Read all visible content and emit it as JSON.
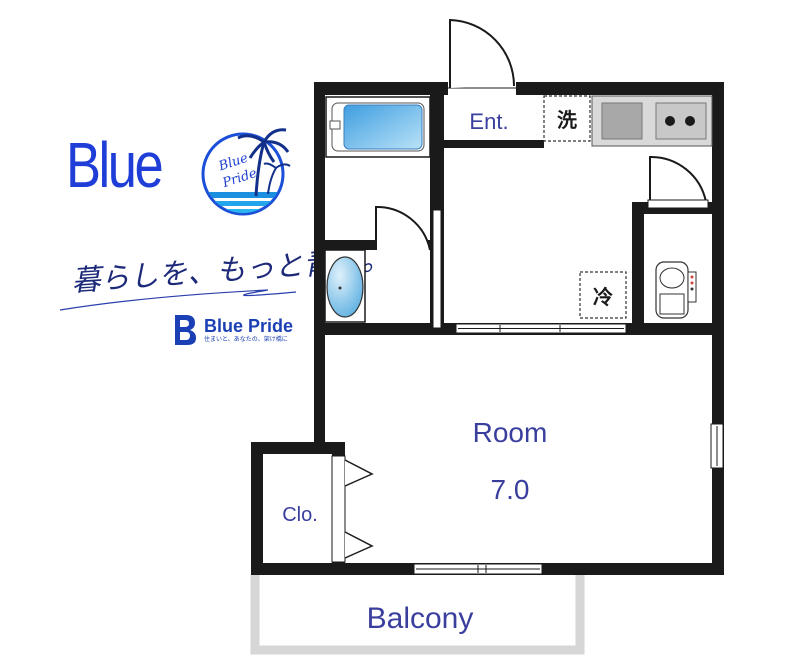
{
  "logo": {
    "brand_word": "Blue",
    "emblem_text": "Blue Pride",
    "slogan": "暮らしを、もっと青く。",
    "company_name": "Blue Pride",
    "company_tagline": "住まいと、あなたの、架け橋に"
  },
  "floorplan": {
    "entrance_label": "Ent.",
    "washer_label": "洗",
    "fridge_label": "冷",
    "room_label": "Room",
    "room_size": "7.0",
    "closet_label": "Clo.",
    "balcony_label": "Balcony"
  },
  "colors": {
    "wall": "#1a1a1a",
    "text": "#3a3f9e",
    "brand": "#1f3ed8",
    "bath": "#6ab8e8",
    "balcony_outline": "#d6d6d6"
  }
}
